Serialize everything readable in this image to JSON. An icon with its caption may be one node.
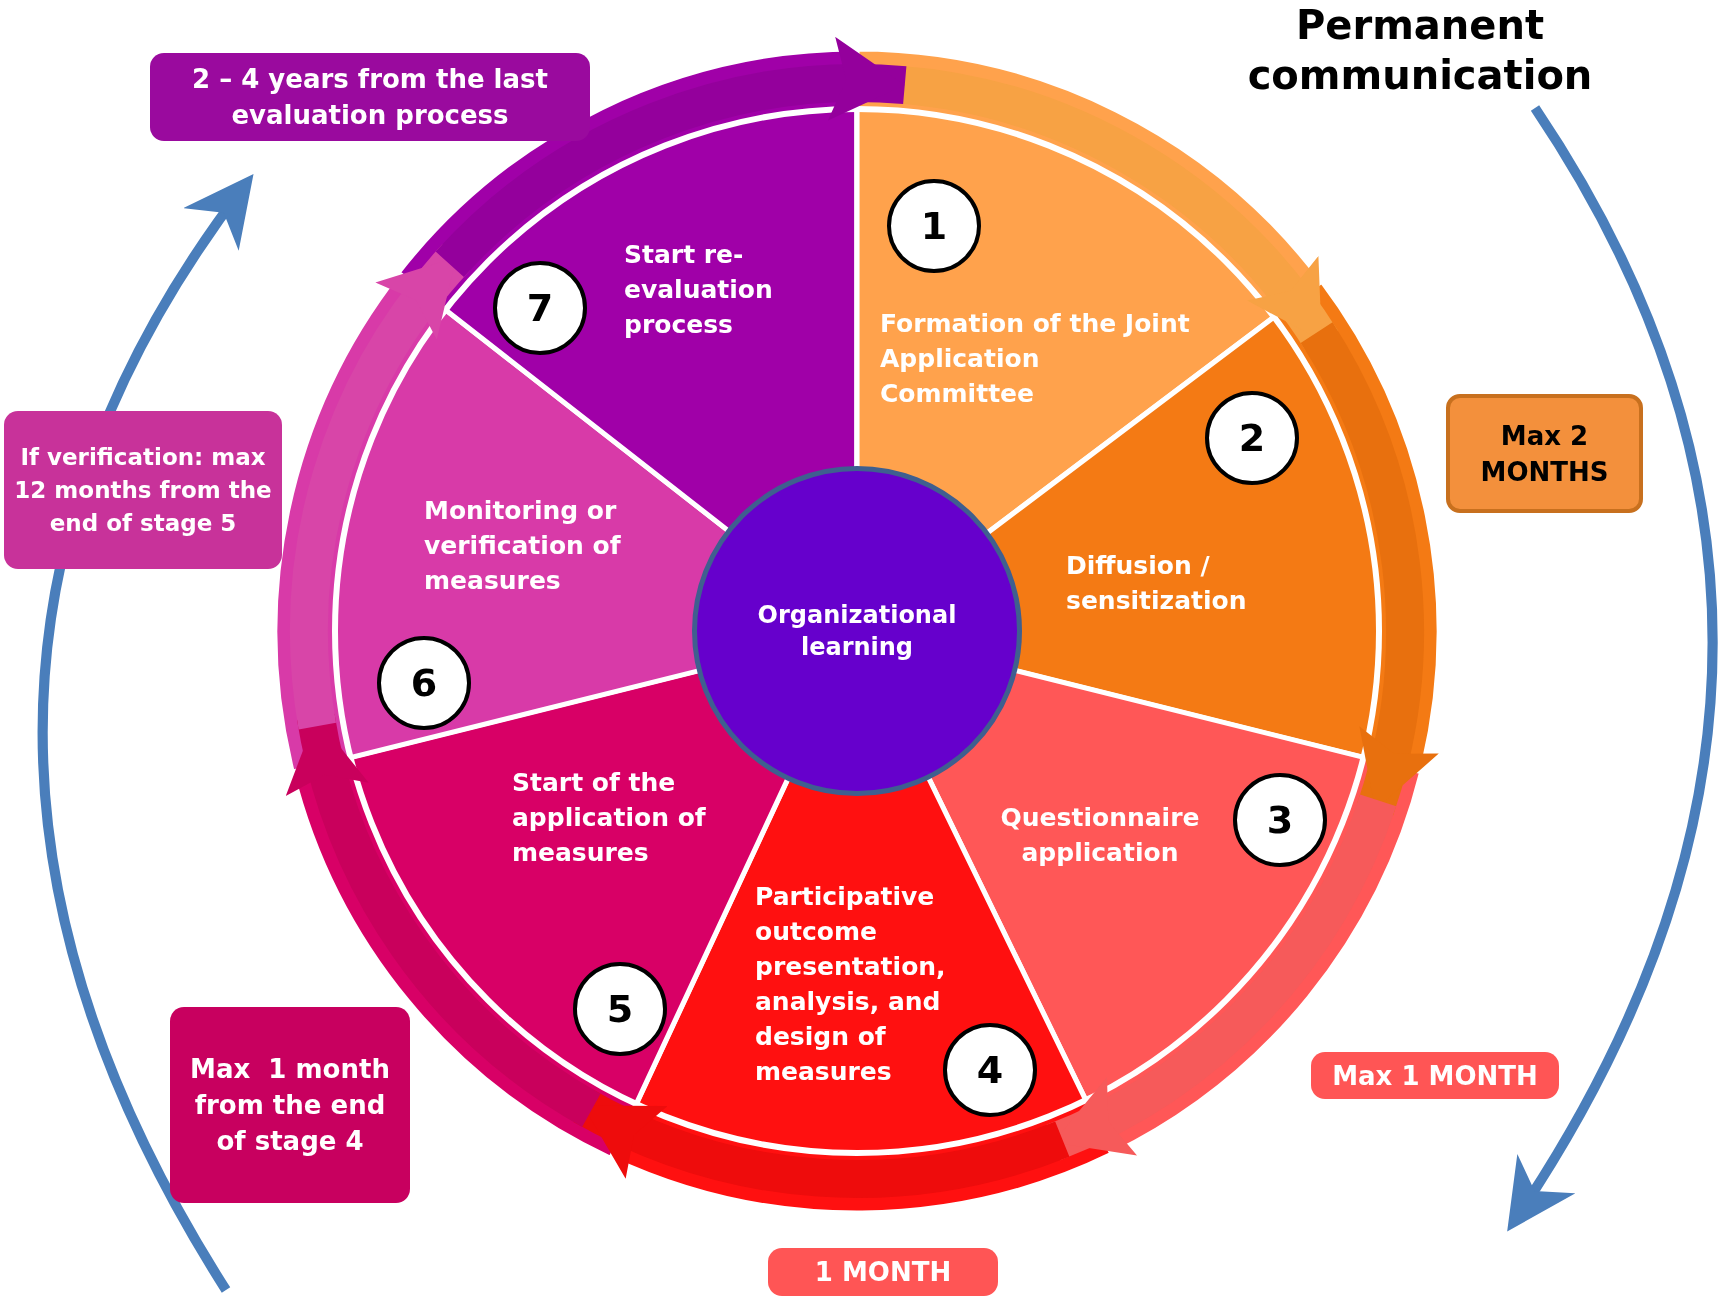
{
  "diagram": {
    "nodes": [
      {
        "text": [
          "1",
          "Formation of the Joint Application Committee"
        ]
      },
      {
        "text": [
          "2",
          "Diffusion / sensitization"
        ]
      },
      {
        "text": [
          "Questionnaire application",
          "3"
        ]
      },
      {
        "text": [
          "Participative outcome presentation, analysis, and design of measures",
          "4"
        ]
      },
      {
        "text": [
          "Start of the application of measures",
          "5"
        ]
      },
      {
        "text": [
          "Monitoring or verification of measures",
          "6"
        ]
      },
      {
        "text": [
          "7",
          "Start re-evaluation process"
        ]
      },
      {
        "text": [
          "Organizational learning"
        ]
      },
      {
        "text": [
          "2 – 4 years from the last evaluation process"
        ]
      },
      {
        "text": [
          "Max 2 MONTHS"
        ]
      },
      {
        "text": [
          "If verification: max 12 months from the end of stage 5"
        ]
      },
      {
        "text": [
          "Max 1 MONTH"
        ]
      },
      {
        "text": [
          "Max  1 month from the end of stage 4"
        ]
      },
      {
        "text": [
          "1 MONTH"
        ]
      }
    ],
    "edges": [
      {
        "from": 0,
        "to": 1,
        "arrow": "to",
        "color": "#f7a244"
      },
      {
        "from": 1,
        "to": 2,
        "arrow": "to",
        "color": "#e8700e"
      },
      {
        "from": 2,
        "to": 3,
        "arrow": "to",
        "color": "#f65a5a"
      },
      {
        "from": 3,
        "to": 4,
        "arrow": "to",
        "color": "#ee0c0c"
      },
      {
        "from": 4,
        "to": 5,
        "arrow": "to",
        "color": "#c9005c"
      },
      {
        "from": 5,
        "to": 6,
        "arrow": "to",
        "color": "#d845a8"
      },
      {
        "from": 6,
        "to": 0,
        "arrow": "to",
        "color": "#94009c"
      }
    ],
    "labels": [
      "Permanent communication"
    ]
  }
}
